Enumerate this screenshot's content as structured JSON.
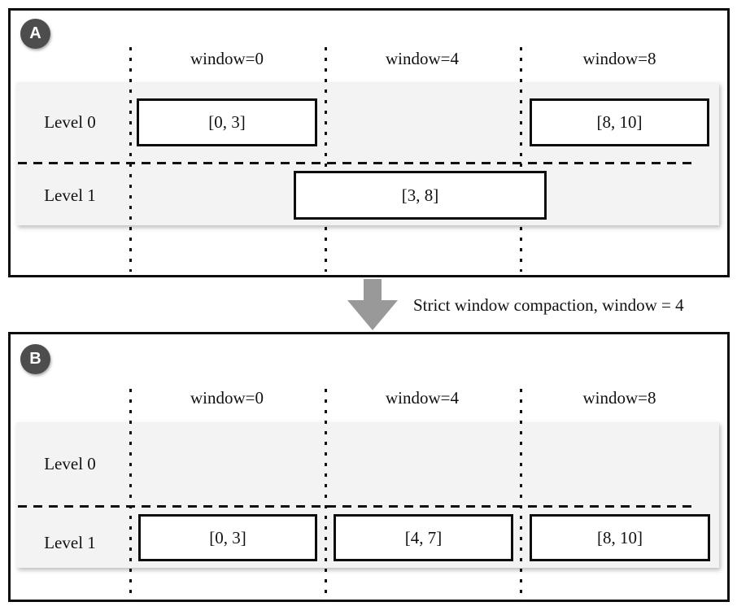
{
  "panelA": {
    "badge": "A",
    "col_headers": [
      "window=0",
      "window=4",
      "window=8"
    ],
    "row_labels": [
      "Level 0",
      "Level 1"
    ],
    "boxes": [
      {
        "id": "level0-window0",
        "label": "[0, 3]"
      },
      {
        "id": "level0-window8",
        "label": "[8, 10]"
      },
      {
        "id": "level1-window3-8",
        "label": "[3, 8]"
      }
    ]
  },
  "transition": {
    "label": "Strict window compaction, window = 4"
  },
  "panelB": {
    "badge": "B",
    "col_headers": [
      "window=0",
      "window=4",
      "window=8"
    ],
    "row_labels": [
      "Level 0",
      "Level 1"
    ],
    "boxes": [
      {
        "id": "level1-window0",
        "label": "[0, 3]"
      },
      {
        "id": "level1-window4",
        "label": "[4, 7]"
      },
      {
        "id": "level1-window8",
        "label": "[8, 10]"
      }
    ]
  },
  "colors": {
    "panel_border": "#0d0d0d",
    "band_background": "#f3f3f3",
    "badge_background": "#4d4d4d",
    "arrow_gray": "#999999",
    "text": "#111111"
  }
}
